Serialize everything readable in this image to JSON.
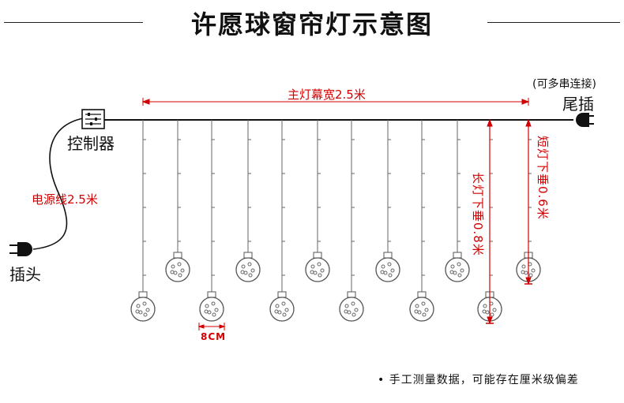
{
  "title": "许愿球窗帘灯示意图",
  "labels": {
    "main_width": "主灯幕宽2.5米",
    "extendable": "(可多串连接)",
    "tail_plug": "尾插",
    "controller": "控制器",
    "power_cord": "电源线2.5米",
    "plug": "插头",
    "ball_size": "8CM",
    "long_drop": "长灯下垂0.8米",
    "short_drop": "短灯下垂0.6米"
  },
  "footnote": "• 手工测量数据，可能存在厘米级偏差",
  "colors": {
    "dimension": "#d20000",
    "wire": "#111111",
    "strand": "#666666"
  }
}
